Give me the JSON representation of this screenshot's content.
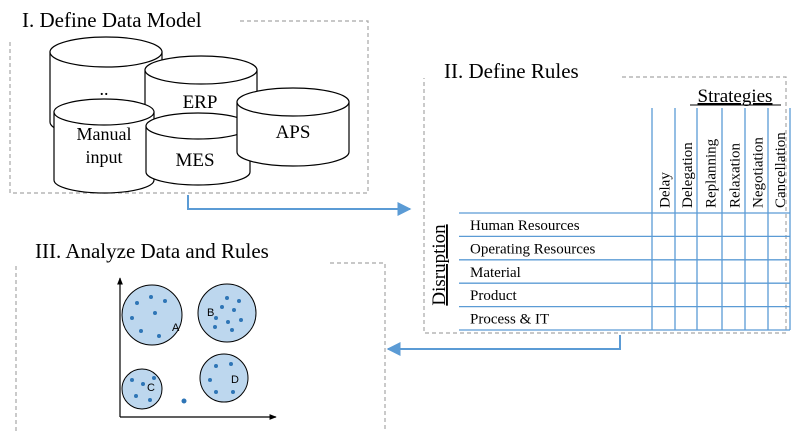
{
  "colors": {
    "frame": "#a6a6a6",
    "cylinder_fill": "#ffffff",
    "cylinder_stroke": "#000000",
    "grid": "#5b9bd5",
    "arrow": "#5b9bd5",
    "cluster_fill": "#bdd7ee",
    "dot": "#2e75b6",
    "text": "#000000"
  },
  "panel1": {
    "title": "I. Define Data Model",
    "cylinders": [
      {
        "id": "dots",
        "label": ".."
      },
      {
        "id": "erp",
        "label": "ERP"
      },
      {
        "id": "manual",
        "label_line1": "Manual",
        "label_line2": "input"
      },
      {
        "id": "mes",
        "label": "MES"
      },
      {
        "id": "aps",
        "label": "APS"
      }
    ]
  },
  "panel2": {
    "title": "II. Define Rules",
    "strategies_heading": "Strategies",
    "strategies": [
      "Delay",
      "Delegation",
      "Replanning",
      "Relaxation",
      "Negotiation",
      "Cancellation"
    ],
    "disruption_heading": "Disruption",
    "disruptions": [
      "Human Resources",
      "Operating Resources",
      "Material",
      "Product",
      "Process & IT"
    ]
  },
  "panel3": {
    "title": "III. Analyze Data and Rules",
    "clusters": [
      {
        "id": "a",
        "label": "A"
      },
      {
        "id": "b",
        "label": "B"
      },
      {
        "id": "c",
        "label": "C"
      },
      {
        "id": "d",
        "label": "D"
      }
    ]
  }
}
